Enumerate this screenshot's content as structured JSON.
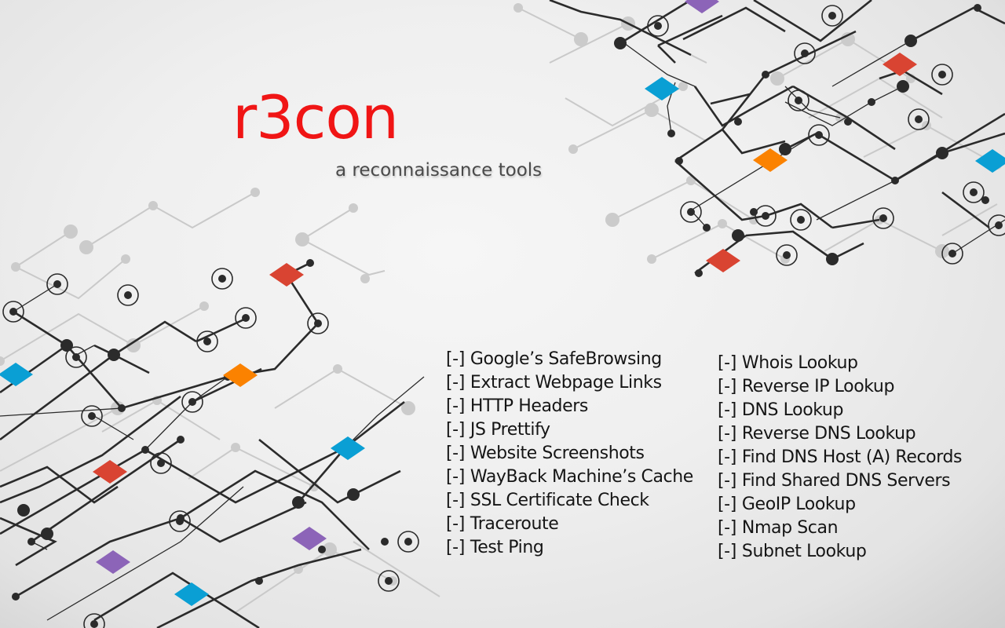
{
  "brand": {
    "title": "r3con",
    "subtitle": "a reconnaissance tools",
    "title_color": "#f01515"
  },
  "tool_marker": "[-]",
  "tools_left": [
    {
      "label": "Google’s SafeBrowsing"
    },
    {
      "label": "Extract Webpage Links"
    },
    {
      "label": "HTTP Headers"
    },
    {
      "label": "JS Prettify"
    },
    {
      "label": "Website Screenshots"
    },
    {
      "label": "WayBack Machine’s Cache"
    },
    {
      "label": "SSL Certificate Check"
    },
    {
      "label": "Traceroute"
    },
    {
      "label": "Test Ping"
    }
  ],
  "tools_right": [
    {
      "label": "Whois Lookup"
    },
    {
      "label": "Reverse IP Lookup"
    },
    {
      "label": "DNS Lookup"
    },
    {
      "label": "Reverse DNS Lookup"
    },
    {
      "label": "Find DNS Host (A) Records"
    },
    {
      "label": "Find Shared DNS Servers"
    },
    {
      "label": "GeoIP Lookup"
    },
    {
      "label": "Nmap Scan"
    },
    {
      "label": "Subnet Lookup"
    }
  ],
  "background": {
    "pattern": "network-diagram",
    "node_colors": {
      "red": "#d94432",
      "blue": "#0a9fd4",
      "orange": "#fb8200",
      "purple": "#8c64b8",
      "dark": "#2b2b2b",
      "light": "#c8c8c8"
    }
  }
}
